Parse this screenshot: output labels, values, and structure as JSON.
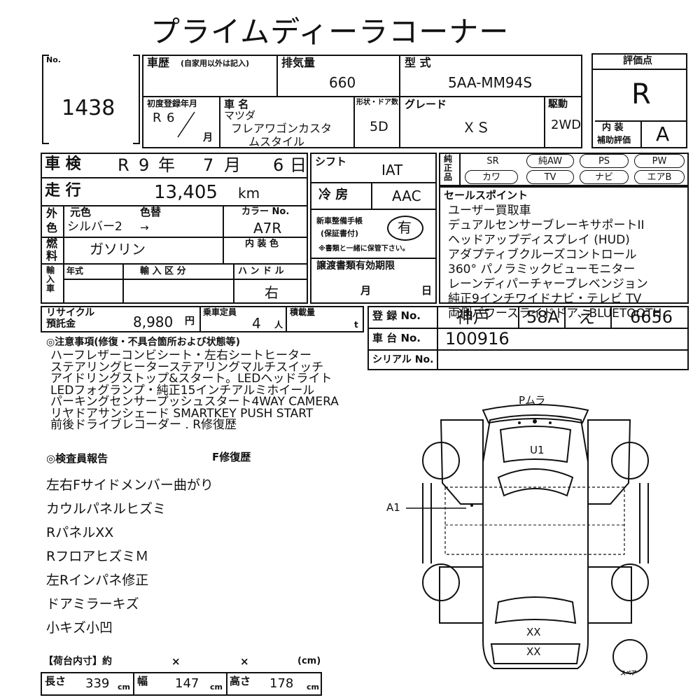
{
  "title": "プライムディーラコーナー",
  "lot": {
    "label": "No.",
    "value": "1438"
  },
  "history": {
    "label": "車歴",
    "note": "(自家用以外は記入)"
  },
  "displacement": {
    "label": "排気量",
    "value": "660"
  },
  "model": {
    "label": "型 式",
    "value": "5AA-MM94S"
  },
  "rating": {
    "label": "評価点",
    "value": "R",
    "interior_label_1": "内 装",
    "interior_label_2": "補助評価",
    "interior_value": "A"
  },
  "first_reg": {
    "label": "初度登録年月",
    "era": "R",
    "year": "6",
    "month_label": "月"
  },
  "car_name": {
    "label": "車 名",
    "maker": "マツダ",
    "name_1": "フレアワゴンカスタ",
    "name_2": "ムスタイル"
  },
  "doors": {
    "label": "形状・ドア数",
    "value": "5D"
  },
  "grade": {
    "label": "グレード",
    "value": "ＸＳ"
  },
  "drive": {
    "label": "駆動",
    "value": "2WD"
  },
  "inspection": {
    "label": "車 検",
    "era": "R",
    "year": "9",
    "year_label": "年",
    "month": "7",
    "month_label": "月",
    "day": "6",
    "day_label": "日"
  },
  "shift": {
    "label": "シフト",
    "value": "IAT"
  },
  "equipment": {
    "label": "純正品",
    "items": [
      "SR",
      "純AW",
      "PS",
      "PW",
      "カワ",
      "TV",
      "ナビ",
      "エアB"
    ]
  },
  "mileage": {
    "label": "走 行",
    "value": "13,405",
    "unit": "km"
  },
  "ac": {
    "label": "冷 房",
    "value": "AAC"
  },
  "sales_points": {
    "label": "セールスポイント",
    "lines": [
      "ユーザー買取車",
      "デュアルセンサーブレーキサポートII",
      "ヘッドアップディスプレイ (HUD)",
      "アダプティブクルーズコントロール",
      "360° パノラミックビューモニター",
      "レーンディパーチャープレベンジョン",
      "純正9インチワイドナビ・テレビ TV",
      "両側パワースライドドア、BLUETOOTH"
    ]
  },
  "color": {
    "label_1": "外",
    "label_2": "色",
    "orig_label": "元色",
    "change_label": "色替",
    "code_label": "カラー No.",
    "value": "シルバー2",
    "arrow": "→",
    "code": "A7R"
  },
  "manual": {
    "label_1": "新車整備手帳",
    "label_2": "(保証書付)",
    "value": "有",
    "note": "※書類と一緒に保管下さい。"
  },
  "fuel": {
    "label_1": "燃",
    "label_2": "料",
    "value": "ガソリン",
    "interior_color_label": "内 装 色"
  },
  "import": {
    "label": "輸入車",
    "year_label": "年式",
    "class_label": "輸 入 区 分",
    "handle_label": "ハ ン ド ル",
    "handle_value": "右"
  },
  "transfer": {
    "label": "譲渡書類有効期限",
    "month_label": "月",
    "day_label": "日"
  },
  "recycle": {
    "label_1": "リサイクル",
    "label_2": "預託金",
    "value": "8,980",
    "unit": "円"
  },
  "capacity": {
    "label": "乗車定員",
    "value": "4",
    "unit": "人"
  },
  "load": {
    "label": "積載量",
    "unit": "t"
  },
  "registration": {
    "label": "登 録 No.",
    "region": "神戸",
    "class": "58A",
    "kana": "え",
    "number": "6656"
  },
  "chassis": {
    "label": "車 台 No.",
    "value": "100916"
  },
  "serial": {
    "label": "シリアル No."
  },
  "notes": {
    "label": "◎注意事項(修復・不具合箇所および状態等)",
    "lines": [
      "ハーフレザーコンビシート・左右シートヒーター",
      "ステアリングヒーターステアリングマルチスイッチ",
      "アイドリングストップ&スタート。LEDヘッドライト",
      "LEDフォグランプ・純正15インチアルミホイール",
      "パーキングセンサープッシュスタート4WAY CAMERA",
      "リヤドアサンシェード SMARTKEY PUSH START",
      "前後ドライブレコーダー . R修復歴"
    ]
  },
  "inspector": {
    "label": "◎検査員報告",
    "repair": "F修復歴",
    "lines": [
      "左右Fサイドメンバー曲がり",
      "カウルパネルヒズミ",
      "RパネルXX",
      "RフロアヒズミＭ",
      "左Rインパネ修正",
      "ドアミラーキズ",
      "小キズ小凹"
    ]
  },
  "diagram": {
    "top_label": "Pムラ",
    "u1": "U1",
    "a1": "A1",
    "xx1": "XX",
    "xx2": "XX",
    "spare": "スペア"
  },
  "cargo": {
    "label": "【荷台内寸】約",
    "x1": "×",
    "x2": "×",
    "unit": "(cm)",
    "length_label": "長さ",
    "length": "339",
    "width_label": "幅",
    "width": "147",
    "height_label": "高さ",
    "height": "178",
    "cm": "cm"
  }
}
